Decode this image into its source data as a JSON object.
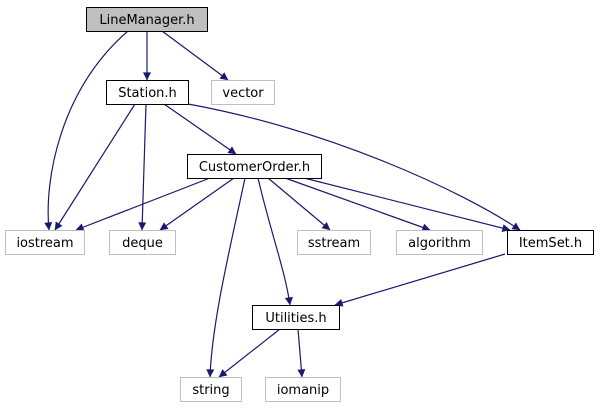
{
  "diagram": {
    "colors": {
      "edge": "#191970",
      "focus_fill": "#bfbfbf",
      "project_border": "#000000",
      "system_border": "#bfbfbf",
      "node_fill": "#ffffff"
    },
    "nodes": [
      {
        "id": "linemanager",
        "label": "LineManager.h",
        "kind": "focus"
      },
      {
        "id": "station",
        "label": "Station.h",
        "kind": "project"
      },
      {
        "id": "vector",
        "label": "vector",
        "kind": "system"
      },
      {
        "id": "customerorder",
        "label": "CustomerOrder.h",
        "kind": "project"
      },
      {
        "id": "iostream",
        "label": "iostream",
        "kind": "system"
      },
      {
        "id": "deque",
        "label": "deque",
        "kind": "system"
      },
      {
        "id": "sstream",
        "label": "sstream",
        "kind": "system"
      },
      {
        "id": "algorithm",
        "label": "algorithm",
        "kind": "system"
      },
      {
        "id": "itemset",
        "label": "ItemSet.h",
        "kind": "project"
      },
      {
        "id": "utilities",
        "label": "Utilities.h",
        "kind": "project"
      },
      {
        "id": "string",
        "label": "string",
        "kind": "system"
      },
      {
        "id": "iomanip",
        "label": "iomanip",
        "kind": "system"
      }
    ],
    "edges": [
      {
        "from": "linemanager",
        "to": "iostream"
      },
      {
        "from": "linemanager",
        "to": "station"
      },
      {
        "from": "linemanager",
        "to": "vector"
      },
      {
        "from": "station",
        "to": "iostream"
      },
      {
        "from": "station",
        "to": "deque"
      },
      {
        "from": "station",
        "to": "customerorder"
      },
      {
        "from": "station",
        "to": "itemset"
      },
      {
        "from": "customerorder",
        "to": "iostream"
      },
      {
        "from": "customerorder",
        "to": "deque"
      },
      {
        "from": "customerorder",
        "to": "string"
      },
      {
        "from": "customerorder",
        "to": "utilities"
      },
      {
        "from": "customerorder",
        "to": "sstream"
      },
      {
        "from": "customerorder",
        "to": "algorithm"
      },
      {
        "from": "customerorder",
        "to": "itemset"
      },
      {
        "from": "itemset",
        "to": "utilities"
      },
      {
        "from": "utilities",
        "to": "string"
      },
      {
        "from": "utilities",
        "to": "iomanip"
      }
    ]
  }
}
